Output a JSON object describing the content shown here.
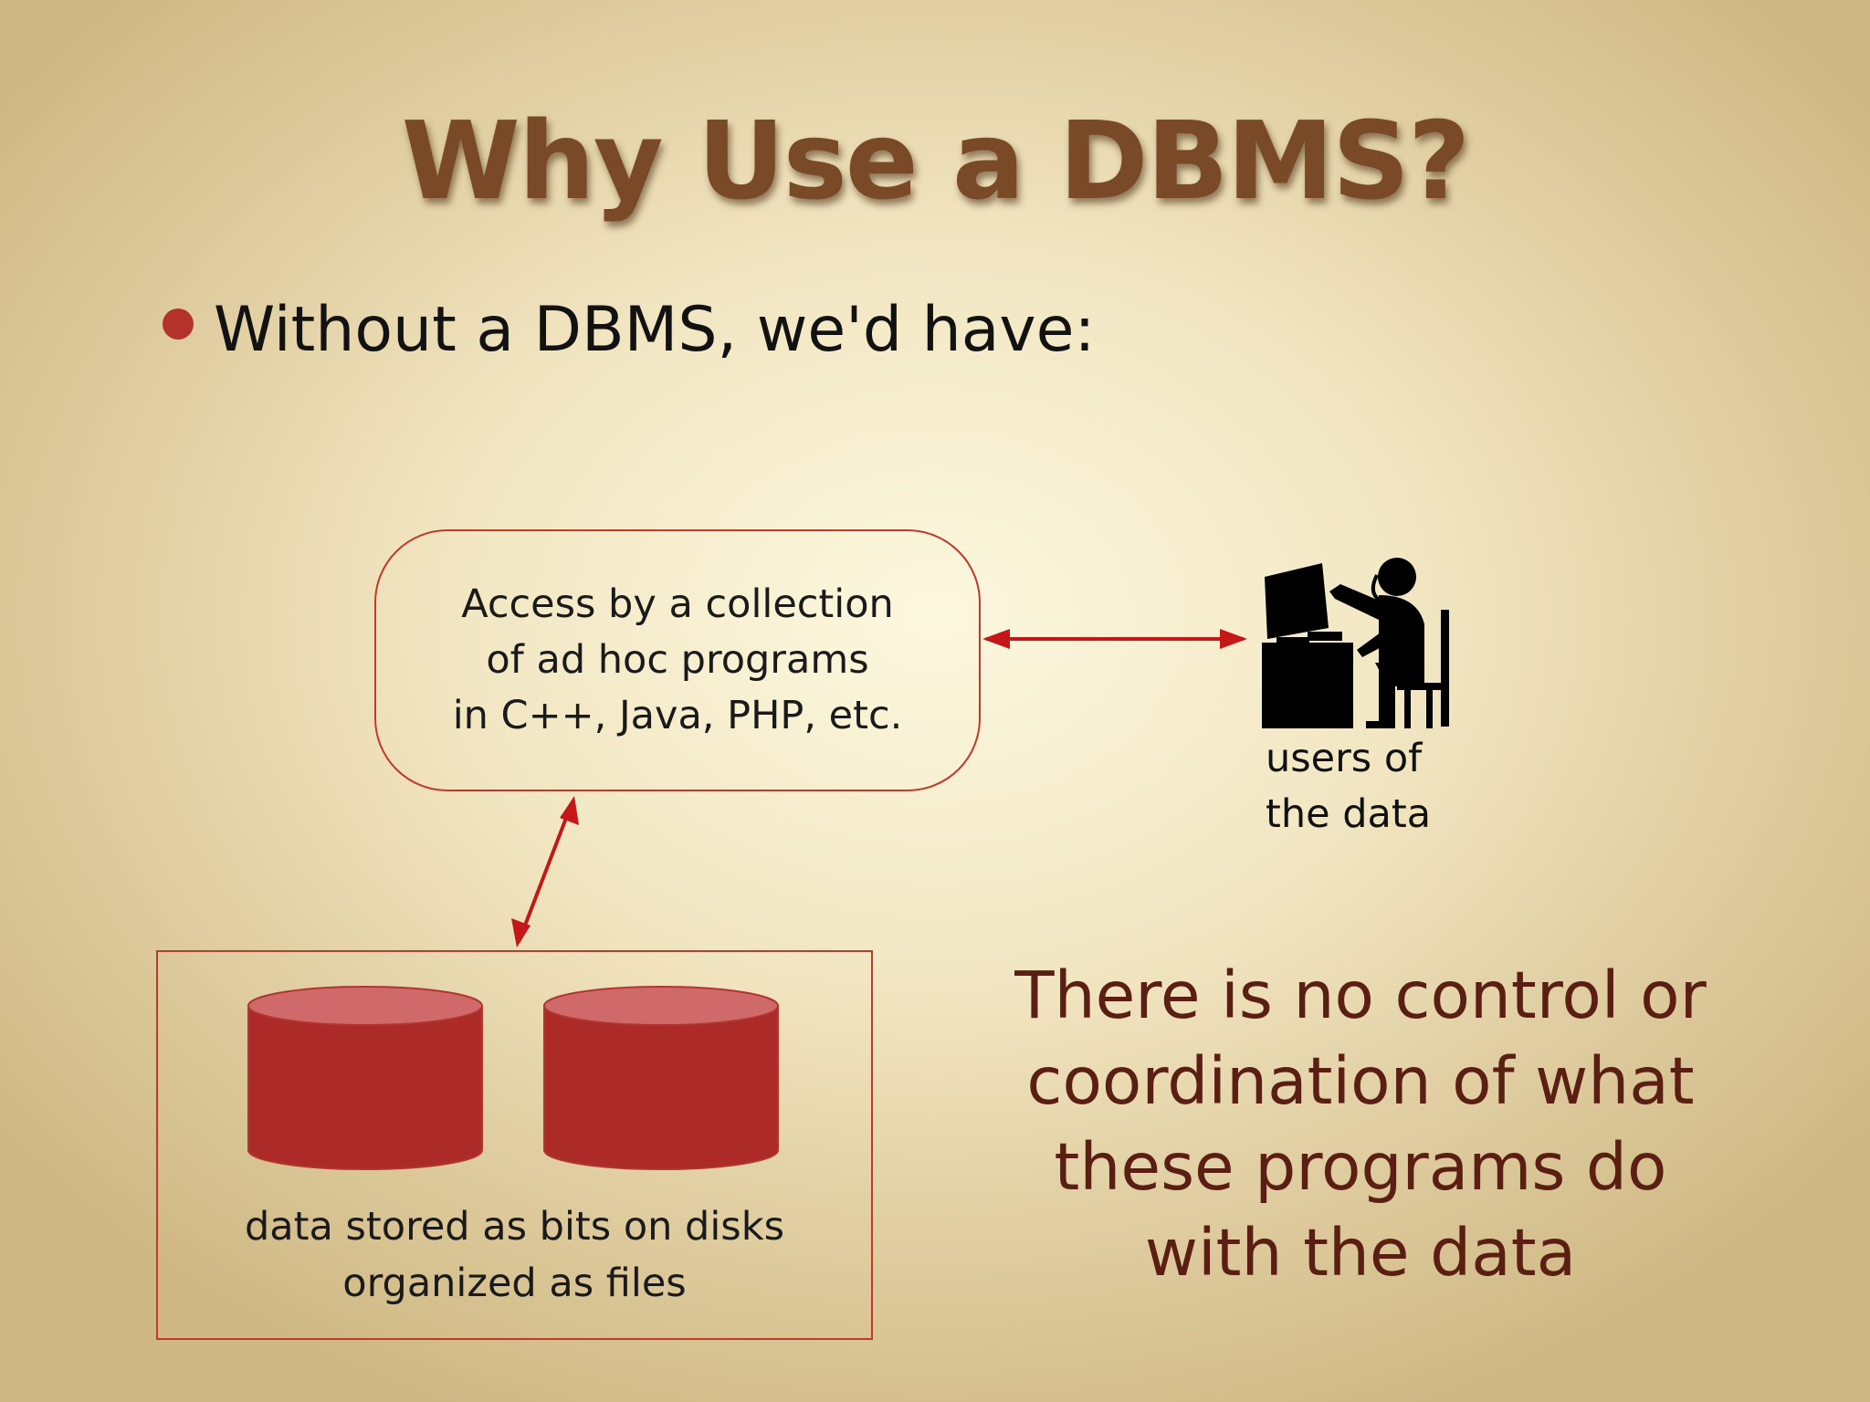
{
  "slide": {
    "title": "Why Use a DBMS?",
    "bullet": "Without a DBMS, we'd have:"
  },
  "diagram": {
    "programs_box": {
      "lines": [
        "Access by a collection",
        "of ad hoc programs",
        "in C++, Java, PHP, etc."
      ]
    },
    "users": {
      "icon": "user-at-computer-icon",
      "lines": [
        "users of",
        "the data"
      ]
    },
    "storage_box": {
      "disks": 2,
      "caption_lines": [
        "data stored as bits on disks",
        "organized as files"
      ]
    },
    "note_lines": [
      "There is no control or",
      "coordination of what",
      "these programs do",
      "with the data"
    ]
  },
  "colors": {
    "title": "#7a4a28",
    "accent_red": "#b3332b",
    "disk_body": "#ac2a27",
    "disk_top": "#d06a6a",
    "note_text": "#5a1e12"
  }
}
